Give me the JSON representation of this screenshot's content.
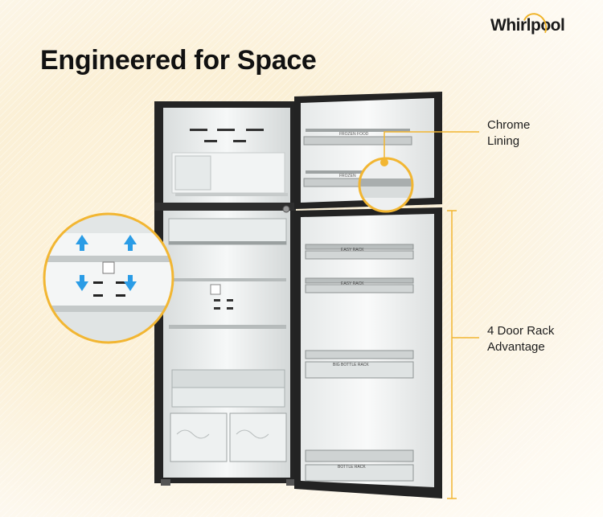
{
  "brand": {
    "logo_text": "Whirlpool"
  },
  "headline": "Engineered for Space",
  "callouts": {
    "chrome": {
      "line1": "Chrome",
      "line2": "Lining"
    },
    "door_rack": {
      "line1": "4 Door Rack",
      "line2": "Advantage"
    }
  },
  "shelf_labels": {
    "freezer_top": "FROZEN FOOD",
    "freezer_bottom": "FROZEN",
    "rack1": "EASY RACK",
    "rack2": "EASY RACK",
    "rack3": "BIG BOTTLE RACK",
    "rack4": "BOTTLE RACK"
  },
  "colors": {
    "accent": "#f2b632",
    "body": "#2a2a2a",
    "interior": "#eef1f1"
  }
}
